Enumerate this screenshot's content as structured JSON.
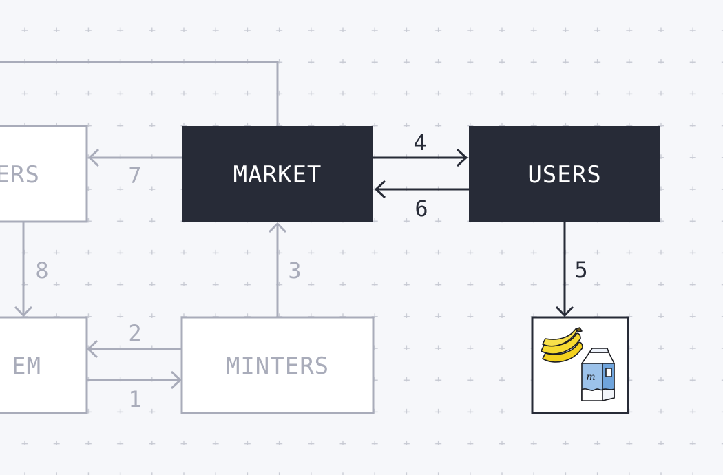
{
  "colors": {
    "background": "#f6f7fa",
    "grid": "#c6c9d2",
    "dark_box": "#272b37",
    "dark_text": "#ffffff",
    "active_line": "#272b37",
    "faded": "#a9acba",
    "box_fill": "#ffffff"
  },
  "nodes": {
    "left_top_partial": "ERS",
    "left_bottom_partial": "EM",
    "market": "MARKET",
    "users": "USERS",
    "minters": "MINTERS",
    "goods_image": "banana and milk carton illustration"
  },
  "edges": {
    "e1": "1",
    "e2": "2",
    "e3": "3",
    "e4": "4",
    "e5": "5",
    "e6": "6",
    "e7": "7",
    "e8": "8"
  },
  "goods_icons": [
    "banana-icon",
    "milk-carton-icon"
  ],
  "milk_label": "m"
}
